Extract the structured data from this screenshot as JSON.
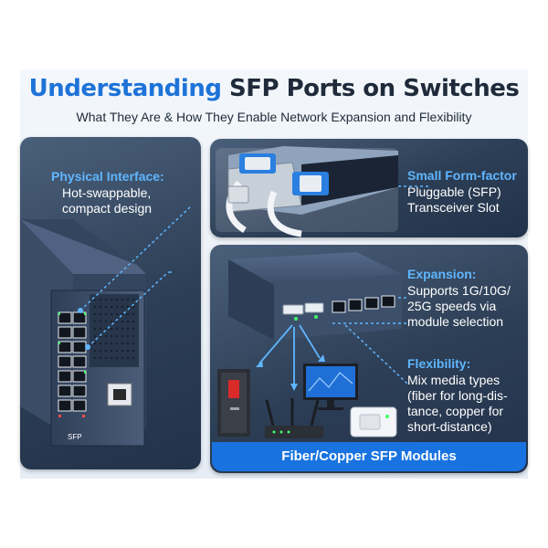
{
  "title": {
    "highlight": "Understanding",
    "rest": "SFP Ports on Switches"
  },
  "subtitle": "What They Are & How They Enable Network Expansion and Flexibility",
  "physical": {
    "heading": "Physical Interface:",
    "lines": [
      "Hot-swappable,",
      "compact design"
    ]
  },
  "small_form": {
    "heading": "Small Form-factor",
    "lines": [
      "Pluggable (SFP)",
      "Transceiver Slot"
    ]
  },
  "expansion": {
    "heading": "Expansion:",
    "lines": [
      "Supports 1G/10G/",
      "25G speeds via",
      "module selection"
    ]
  },
  "flexibility": {
    "heading": "Flexibility:",
    "lines": [
      "Mix media types",
      "(fiber for long-dis-",
      "tance, copper for",
      "short-distance)"
    ]
  },
  "banner": "Fiber/Copper SFP Modules",
  "switch_label": "SFP",
  "colors": {
    "accent": "#1e73d8",
    "heading": "#5fb6ff",
    "panel": "#2c3e55",
    "banner": "#1873e0"
  }
}
